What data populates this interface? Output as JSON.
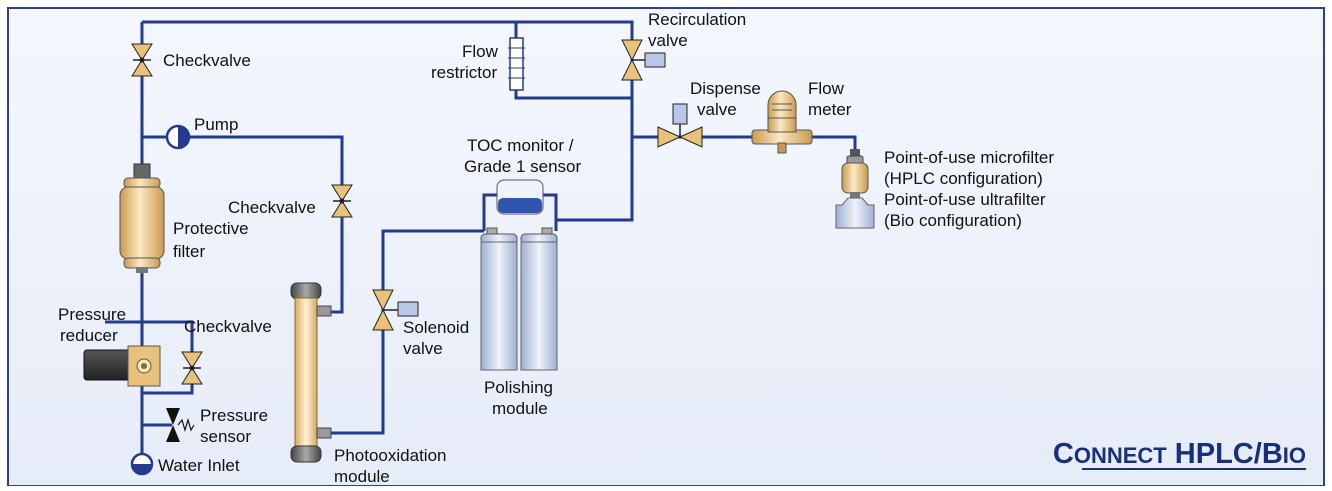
{
  "diagram": {
    "title": {
      "p1_cap": "C",
      "p1_rest": "ONNECT",
      "p2": " HPLC/",
      "p3_cap": "B",
      "p3_rest": "IO"
    },
    "colors": {
      "pipe": "#243a8f",
      "frame": "#2c3f93",
      "valve": "#e8c27a",
      "title": "#17307a"
    },
    "labels": {
      "checkvalve_top": "Checkvalve",
      "pump": "Pump",
      "checkvalve_mid": "Checkvalve",
      "protective_1": "Protective",
      "protective_2": "filter",
      "pressure_reducer_1": "Pressure",
      "pressure_reducer_2": "reducer",
      "checkvalve_low": "Checkvalve",
      "pressure_sensor_1": "Pressure",
      "pressure_sensor_2": "sensor",
      "water_inlet": "Water Inlet",
      "flow_restrictor_1": "Flow",
      "flow_restrictor_2": "restrictor",
      "recirculation_1": "Recirculation",
      "recirculation_2": "valve",
      "dispense_1": "Dispense",
      "dispense_2": "valve",
      "flow_meter_1": "Flow",
      "flow_meter_2": "meter",
      "toc_1": "TOC monitor /",
      "toc_2": "Grade 1 sensor",
      "polishing_1": "Polishing",
      "polishing_2": "module",
      "solenoid_1": "Solenoid",
      "solenoid_2": "valve",
      "photo_1": "Photooxidation",
      "photo_2": "module",
      "pou_1": "Point-of-use microfilter",
      "pou_2": "(HPLC configuration)",
      "pou_3": "Point-of-use ultrafilter",
      "pou_4": "(Bio configuration)"
    }
  }
}
